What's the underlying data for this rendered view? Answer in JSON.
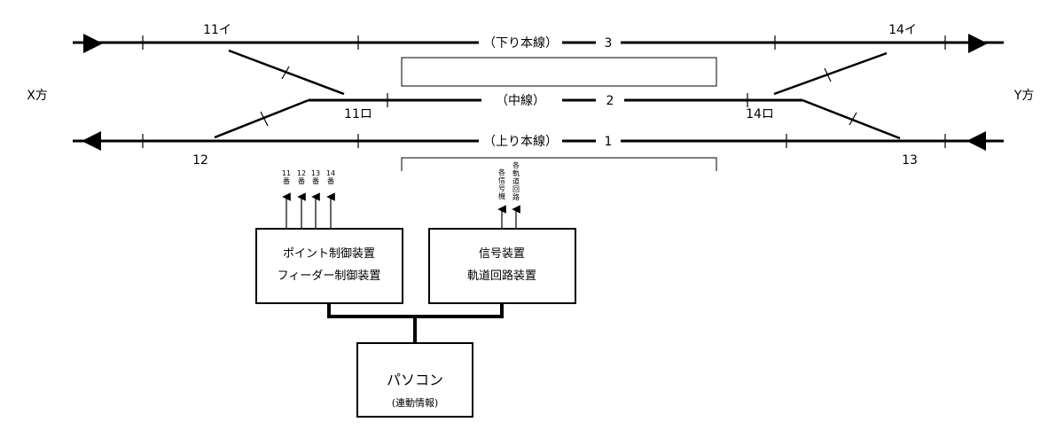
{
  "sides": {
    "left": "X方",
    "right": "Y方"
  },
  "tracks": {
    "down_main": {
      "name": "（下り本線）",
      "number": "3"
    },
    "middle": {
      "name": "（中線）",
      "number": "2"
    },
    "up_main": {
      "name": "（上り本線）",
      "number": "1"
    }
  },
  "switches": {
    "s11i": "11イ",
    "s11ro": "11ロ",
    "s12": "12",
    "s13": "13",
    "s14i": "14イ",
    "s14ro": "14ロ"
  },
  "switch_outputs": [
    {
      "num": "11",
      "kanji": "番"
    },
    {
      "num": "12",
      "kanji": "番"
    },
    {
      "num": "13",
      "kanji": "番"
    },
    {
      "num": "14",
      "kanji": "番"
    }
  ],
  "signal_outputs": [
    {
      "text": "各信号機"
    },
    {
      "text": "各軌道回路"
    }
  ],
  "boxes": {
    "point": {
      "line1": "ポイント制御装置",
      "line2": "フィーダー制御装置"
    },
    "signal": {
      "line1": "信号装置",
      "line2": "軌道回路装置"
    },
    "pc": {
      "title": "パソコン",
      "sub": "(連動情報)"
    }
  },
  "colors": {
    "line": "#000000",
    "background": "#ffffff"
  }
}
